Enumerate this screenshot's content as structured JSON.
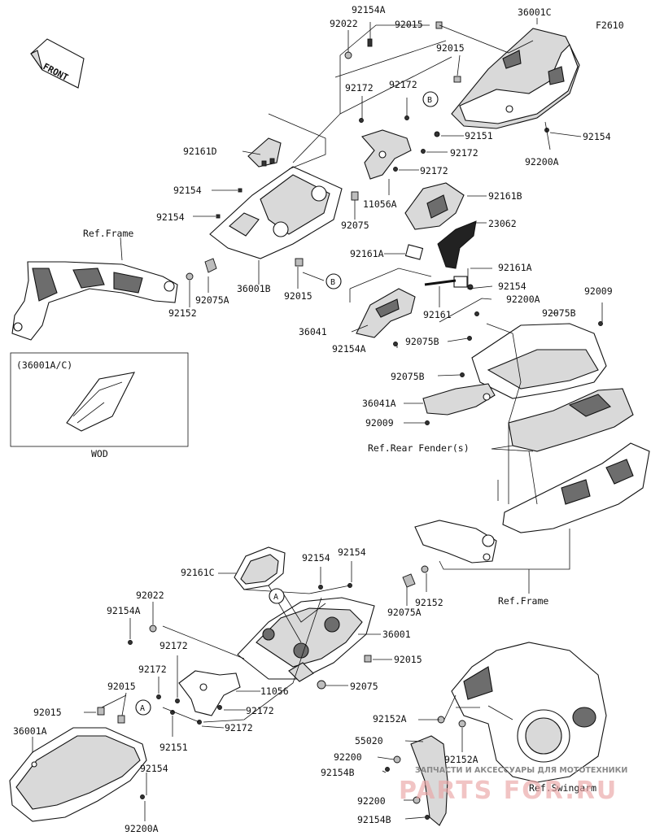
{
  "diagram_code": "F2610",
  "front_badge": "FRONT",
  "inset_box": {
    "title": "(36001A/C)",
    "caption": "WOD"
  },
  "labels": {
    "l_92154A_top": "92154A",
    "l_92022_top": "92022",
    "l_92015_top": "92015",
    "l_36001C": "36001C",
    "l_92015_r": "92015",
    "l_92172_a": "92172",
    "l_92172_b": "92172",
    "l_92151_top": "92151",
    "l_92154_r": "92154",
    "l_92172_c": "92172",
    "l_92200A_top": "92200A",
    "l_92172_d": "92172",
    "l_92161D": "92161D",
    "l_11056A": "11056A",
    "l_92154_l1": "92154",
    "l_92161B": "92161B",
    "l_92154_l2": "92154",
    "l_92075_top": "92075",
    "l_23062": "23062",
    "l_ref_frame_top": "Ref.Frame",
    "l_92161A_l": "92161A",
    "l_92161A_r": "92161A",
    "l_36001B": "36001B",
    "l_92015_mid": "92015",
    "l_92154_mid": "92154",
    "l_92075A_top": "92075A",
    "l_92152_top": "92152",
    "l_92161": "92161",
    "l_92200A_mid": "92200A",
    "l_92009_top": "92009",
    "l_92075B_a": "92075B",
    "l_36041": "36041",
    "l_92075B_b": "92075B",
    "l_92154A_mid": "92154A",
    "l_92075B_c": "92075B",
    "l_36041A": "36041A",
    "l_92009_mid": "92009",
    "l_ref_rear_fender": "Ref.Rear Fender(s)",
    "l_92161C": "92161C",
    "l_92154_b1": "92154",
    "l_92154_b2": "92154",
    "l_92022_bot": "92022",
    "l_92154A_bot": "92154A",
    "l_92075A_bot": "92075A",
    "l_92152_bot": "92152",
    "l_ref_frame_bot": "Ref.Frame",
    "l_36001": "36001",
    "l_92172_e": "92172",
    "l_92172_f": "92172",
    "l_92015_bot": "92015",
    "l_92015_bl": "92015",
    "l_11056": "11056",
    "l_92075_bot": "92075",
    "l_36001A": "36001A",
    "l_92172_g": "92172",
    "l_92172_h": "92172",
    "l_92151_bot": "92151",
    "l_92152A_a": "92152A",
    "l_92154_bot": "92154",
    "l_55020": "55020",
    "l_92152A_b": "92152A",
    "l_92200_a": "92200",
    "l_92154B_a": "92154B",
    "l_92200_b": "92200",
    "l_92154B_b": "92154B",
    "l_92200A_bot": "92200A",
    "l_ref_swingarm": "Ref.Swingarm"
  },
  "callouts": {
    "A": "A",
    "B": "B"
  },
  "watermark": {
    "text": "ЗАПЧАСТИ И АКСЕССУАРЫ ДЛЯ МОТОТЕХНИКИ",
    "logo": "PARTS FOR.RU"
  }
}
